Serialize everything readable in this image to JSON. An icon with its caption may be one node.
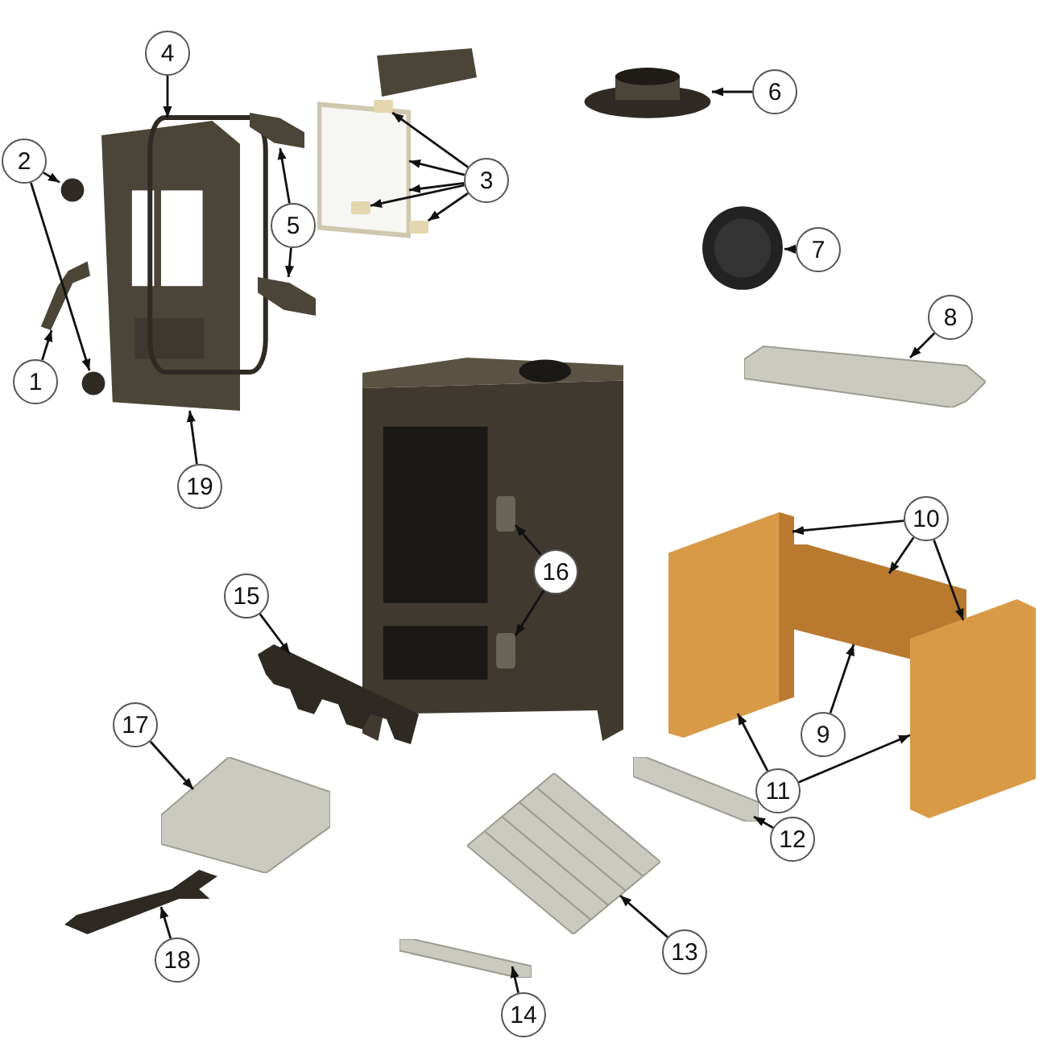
{
  "diagram": {
    "nodes": [
      {
        "text": [
          "1"
        ]
      },
      {
        "text": [
          "2"
        ]
      },
      {
        "text": [
          "3"
        ]
      },
      {
        "text": [
          "4"
        ]
      },
      {
        "text": [
          "5"
        ]
      },
      {
        "text": [
          "6"
        ]
      },
      {
        "text": [
          "7"
        ]
      },
      {
        "text": [
          "8"
        ]
      },
      {
        "text": [
          "9"
        ]
      },
      {
        "text": [
          "10"
        ]
      },
      {
        "text": [
          "11"
        ]
      },
      {
        "text": [
          "12"
        ]
      },
      {
        "text": [
          "13"
        ]
      },
      {
        "text": [
          "14"
        ]
      },
      {
        "text": [
          "15"
        ]
      },
      {
        "text": [
          "16"
        ]
      },
      {
        "text": [
          "17"
        ]
      },
      {
        "text": [
          "18"
        ]
      },
      {
        "text": [
          "19"
        ]
      },
      {
        "text": [],
        "shape": "picture"
      },
      {
        "text": [],
        "shape": "circle"
      },
      {
        "text": [],
        "shape": "circle"
      },
      {
        "text": [],
        "shape": "picture"
      },
      {
        "text": [],
        "shape": "picture"
      },
      {
        "text": [],
        "shape": "picture"
      },
      {
        "text": [],
        "shape": "picture"
      },
      {
        "text": [],
        "shape": "picture"
      },
      {
        "text": [],
        "shape": "box"
      },
      {
        "text": [],
        "shape": "box",
        "in": 26
      },
      {
        "text": [],
        "shape": "box"
      },
      {
        "text": [],
        "shape": "cylinder"
      },
      {
        "text": [],
        "shape": "picture"
      },
      {
        "text": [],
        "shape": "picture"
      },
      {
        "text": [],
        "shape": "picture"
      },
      {
        "text": [],
        "shape": "picture"
      },
      {
        "text": [],
        "shape": "picture"
      },
      {
        "text": [],
        "shape": "box"
      },
      {
        "text": [],
        "shape": "box"
      },
      {
        "text": [],
        "shape": "picture"
      },
      {
        "text": [],
        "shape": "picture"
      },
      {
        "text": [],
        "shape": "picture"
      },
      {
        "text": [],
        "shape": "picture"
      },
      {
        "text": [],
        "shape": "picture"
      },
      {
        "text": [],
        "shape": "picture"
      }
    ],
    "edges": [
      {
        "from": 0,
        "to": 19,
        "arrow": "to"
      },
      {
        "from": 1,
        "to": 20,
        "arrow": "to"
      },
      {
        "from": 1,
        "to": 21,
        "arrow": "to"
      },
      {
        "from": 2,
        "to": 27,
        "arrow": "to"
      },
      {
        "from": 2,
        "to": 26,
        "arrow": "to"
      },
      {
        "from": 2,
        "to": 26,
        "arrow": "to"
      },
      {
        "from": 2,
        "to": 28,
        "arrow": "to"
      },
      {
        "from": 2,
        "to": 29,
        "arrow": "to"
      },
      {
        "from": 3,
        "to": 23,
        "arrow": "to"
      },
      {
        "from": 4,
        "to": 24,
        "arrow": "to"
      },
      {
        "from": 4,
        "to": 25,
        "arrow": "to"
      },
      {
        "from": 5,
        "to": 30,
        "arrow": "to"
      },
      {
        "from": 6,
        "to": 31,
        "arrow": "to"
      },
      {
        "from": 7,
        "to": 32,
        "arrow": "to"
      },
      {
        "from": 8,
        "to": 34,
        "arrow": "to"
      },
      {
        "from": 9,
        "to": 33,
        "arrow": "to"
      },
      {
        "from": 9,
        "to": 34,
        "arrow": "to"
      },
      {
        "from": 9,
        "to": 35,
        "arrow": "to"
      },
      {
        "from": 10,
        "to": 33,
        "arrow": "to"
      },
      {
        "from": 10,
        "to": 35,
        "arrow": "to"
      },
      {
        "from": 11,
        "to": 38,
        "arrow": "to"
      },
      {
        "from": 12,
        "to": 39,
        "arrow": "to"
      },
      {
        "from": 13,
        "to": 40,
        "arrow": "to"
      },
      {
        "from": 14,
        "to": 41,
        "arrow": "to"
      },
      {
        "from": 15,
        "to": 36,
        "arrow": "to"
      },
      {
        "from": 15,
        "to": 37,
        "arrow": "to"
      },
      {
        "from": 16,
        "to": 42,
        "arrow": "to"
      },
      {
        "from": 17,
        "to": 43,
        "arrow": "to"
      },
      {
        "from": 18,
        "to": 22,
        "arrow": "to"
      }
    ]
  }
}
